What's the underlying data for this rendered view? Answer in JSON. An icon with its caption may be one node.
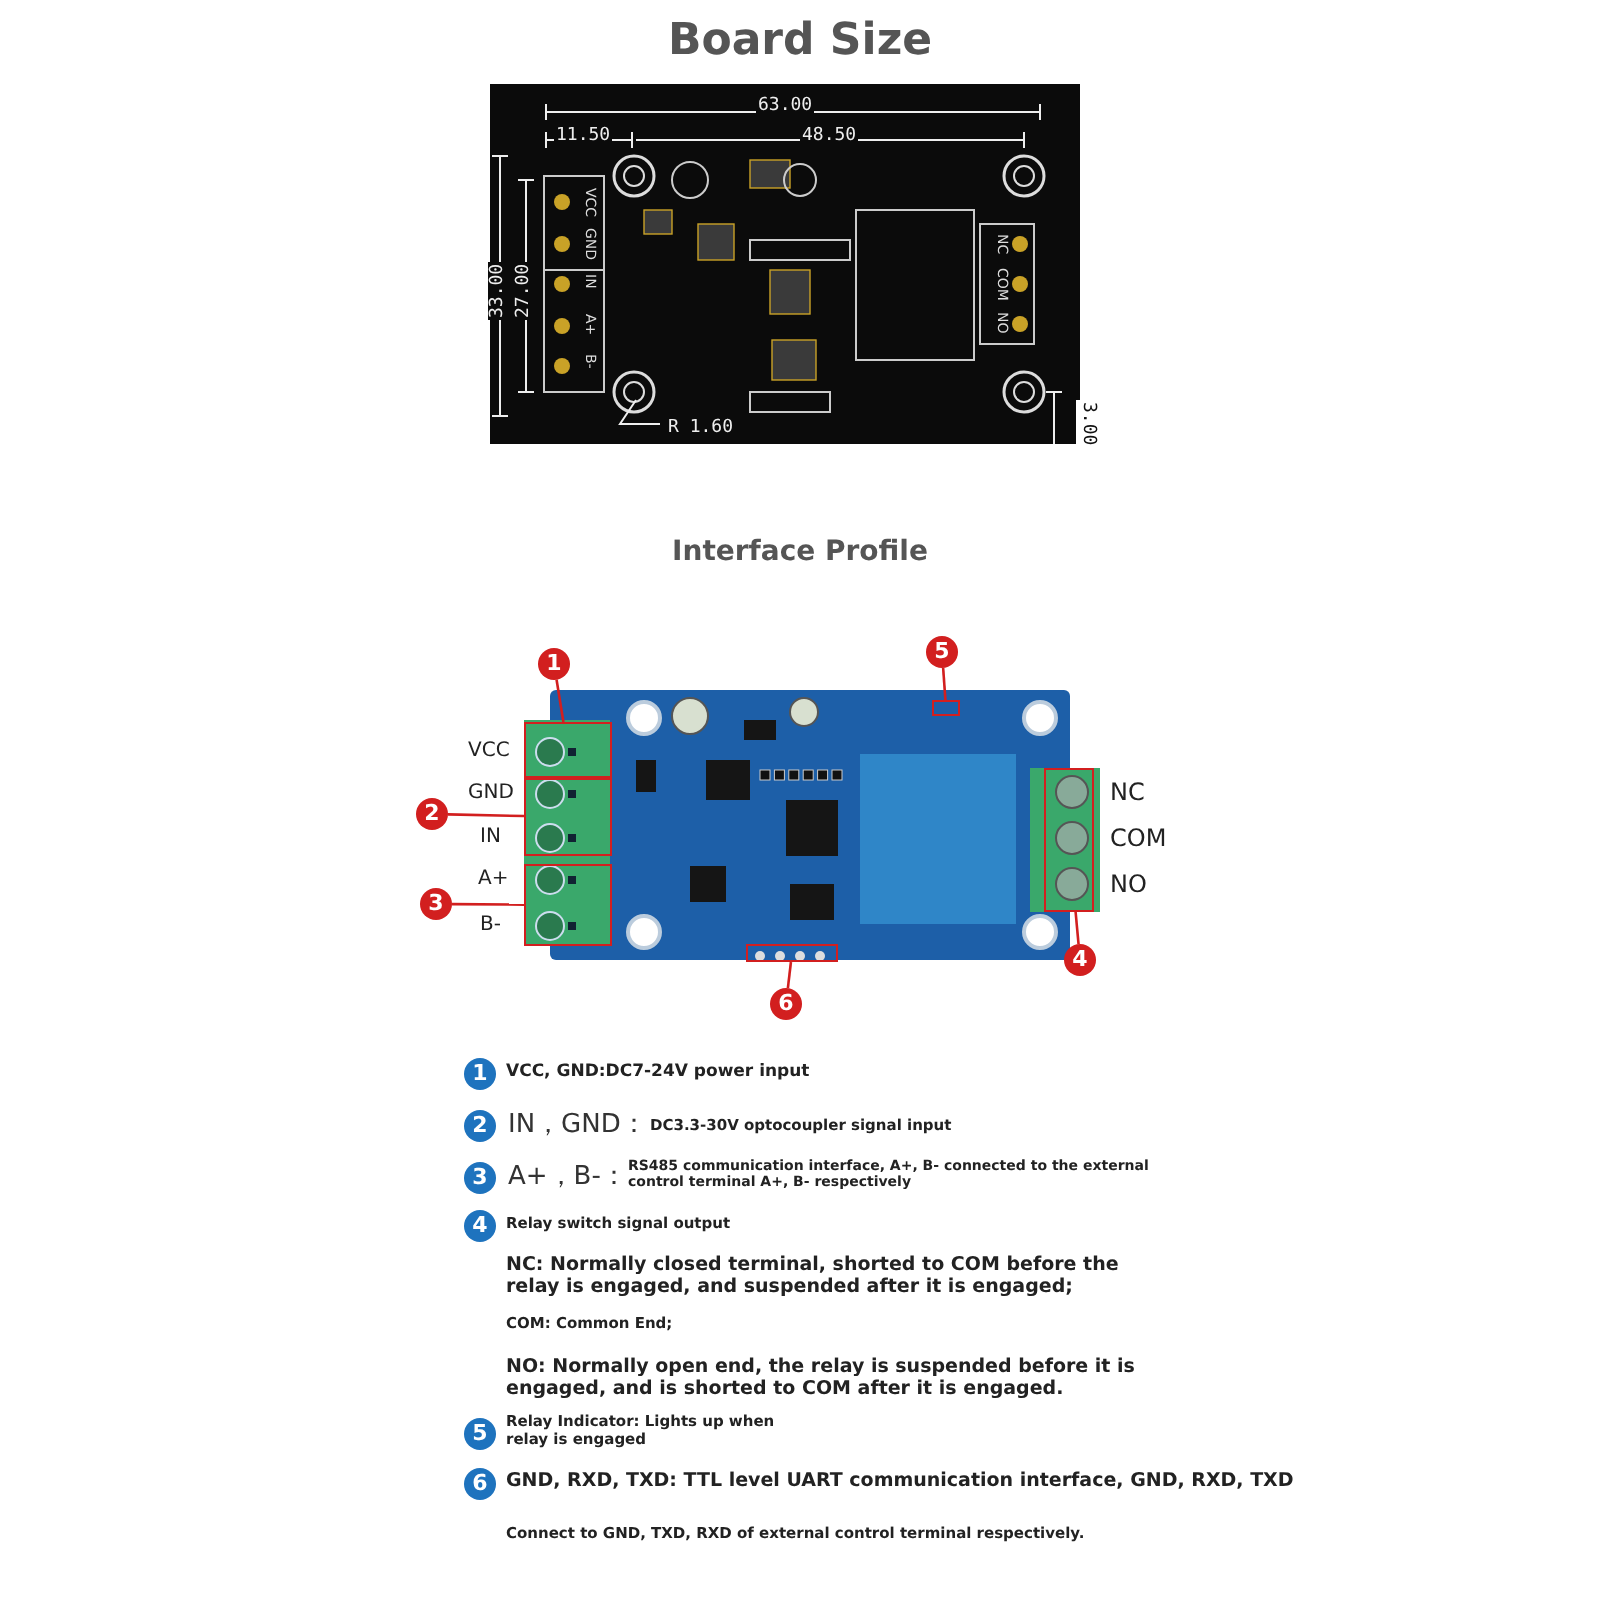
{
  "diagram": {
    "title": "Board Size",
    "nodes": [
      {
        "text": [
          "1"
        ]
      },
      {
        "text": [],
        "shape": "box"
      },
      {
        "text": [
          "5"
        ]
      },
      {
        "text": [],
        "shape": "box"
      },
      {
        "text": [
          "2"
        ]
      },
      {
        "text": [],
        "shape": "box"
      },
      {
        "text": [
          "3"
        ]
      },
      {
        "text": [],
        "shape": "box"
      },
      {
        "text": [],
        "shape": "box"
      },
      {
        "text": [
          "4"
        ]
      },
      {
        "text": [],
        "shape": "box"
      },
      {
        "text": [
          "6"
        ]
      },
      {
        "text": [
          "1"
        ],
        "beside": [
          "VCC, GND:DC7-24V power input"
        ]
      },
      {
        "text": [
          "2"
        ],
        "beside": [
          "IN，GND：",
          "DC3.3-30V optocoupler signal input"
        ]
      },
      {
        "text": [
          "3"
        ],
        "beside": [
          "A+，B-：",
          "RS485 communication interface, A+, B- connected to the external control terminal A+, B- respectively"
        ]
      },
      {
        "text": [
          "4"
        ],
        "beside": [
          "Relay switch signal output"
        ]
      },
      {
        "text": [
          "5"
        ],
        "beside": [
          "Relay Indicator: Lights up when relay is engaged"
        ]
      },
      {
        "text": [
          "6"
        ],
        "beside": [
          "GND, RXD, TXD: TTL level UART communication interface, GND, RXD, TXD"
        ]
      }
    ],
    "edges": [
      {
        "from": 0,
        "to": 1,
        "arrow": "none"
      },
      {
        "from": 2,
        "to": 3,
        "arrow": "none"
      },
      {
        "from": 4,
        "to": 5,
        "arrow": "none"
      },
      {
        "from": 6,
        "to": 7,
        "arrow": "none"
      },
      {
        "from": 9,
        "to": 8,
        "arrow": "none"
      },
      {
        "from": 11,
        "to": 10,
        "arrow": "none"
      }
    ],
    "labels": [
      "63.00",
      "11.50",
      "48.50",
      "33.00",
      "27.00",
      "3.00",
      "R 1.60",
      "VCC",
      "GND",
      "IN",
      "A+",
      "B-",
      "NC",
      "COM",
      "NO",
      "Interface Profile",
      "VCC",
      "GND",
      "IN",
      "A+",
      "B-",
      "NC",
      "COM",
      "NO",
      "NC: Normally closed terminal, shorted to COM before the relay is engaged, and suspended after it is engaged;",
      "COM: Common End;",
      "NO: Normally open end, the relay is suspended before it is engaged, and is shorted to COM after it is engaged.",
      "Connect to GND, TXD, RXD of external control terminal respectively."
    ]
  }
}
